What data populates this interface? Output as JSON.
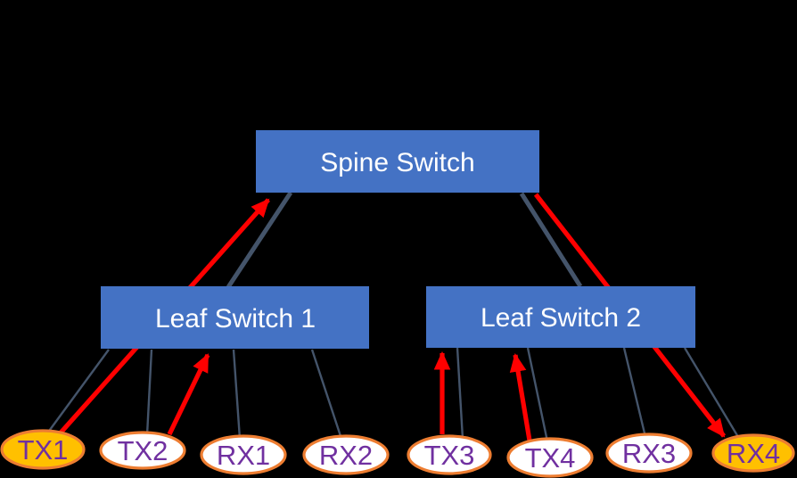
{
  "diagram": {
    "switches": [
      {
        "id": "spine",
        "label": "Spine Switch"
      },
      {
        "id": "leaf1",
        "label": "Leaf Switch 1"
      },
      {
        "id": "leaf2",
        "label": "Leaf Switch 2"
      }
    ],
    "endpoints": [
      {
        "id": "tx1",
        "label": "TX1",
        "fill": "#FFC000"
      },
      {
        "id": "tx2",
        "label": "TX2",
        "fill": "#FFFFFF"
      },
      {
        "id": "rx1",
        "label": "RX1",
        "fill": "#FFFFFF"
      },
      {
        "id": "rx2",
        "label": "RX2",
        "fill": "#FFFFFF"
      },
      {
        "id": "tx3",
        "label": "TX3",
        "fill": "#FFFFFF"
      },
      {
        "id": "tx4",
        "label": "TX4",
        "fill": "#FFFFFF"
      },
      {
        "id": "rx3",
        "label": "RX3",
        "fill": "#FFFFFF"
      },
      {
        "id": "rx4",
        "label": "RX4",
        "fill": "#FFC000"
      }
    ],
    "links": [
      {
        "from": "Leaf Switch 1",
        "to": "Spine Switch"
      },
      {
        "from": "Leaf Switch 2",
        "to": "Spine Switch"
      },
      {
        "from": "Leaf Switch 1",
        "to": "TX1"
      },
      {
        "from": "Leaf Switch 1",
        "to": "TX2"
      },
      {
        "from": "Leaf Switch 1",
        "to": "RX1"
      },
      {
        "from": "Leaf Switch 1",
        "to": "RX2"
      },
      {
        "from": "Leaf Switch 2",
        "to": "TX3"
      },
      {
        "from": "Leaf Switch 2",
        "to": "TX4"
      },
      {
        "from": "Leaf Switch 2",
        "to": "RX3"
      },
      {
        "from": "Leaf Switch 2",
        "to": "RX4"
      }
    ],
    "flows": [
      {
        "from": "TX1",
        "to": "Spine Switch",
        "via": "Leaf Switch 1"
      },
      {
        "from": "TX2",
        "to": "Leaf Switch 1"
      },
      {
        "from": "TX3",
        "to": "Leaf Switch 2"
      },
      {
        "from": "TX4",
        "to": "Leaf Switch 2"
      },
      {
        "from": "Spine Switch",
        "to": "RX4",
        "via": "Leaf Switch 2"
      }
    ],
    "colors": {
      "background": "#000000",
      "switch_fill": "#4472C4",
      "switch_text": "#FFFFFF",
      "link": "#44546A",
      "flow_arrow": "#FF0000",
      "endpoint_border": "#ED7D31",
      "endpoint_label": "#7030A0",
      "active_endpoint_fill": "#FFC000",
      "idle_endpoint_fill": "#FFFFFF"
    }
  }
}
